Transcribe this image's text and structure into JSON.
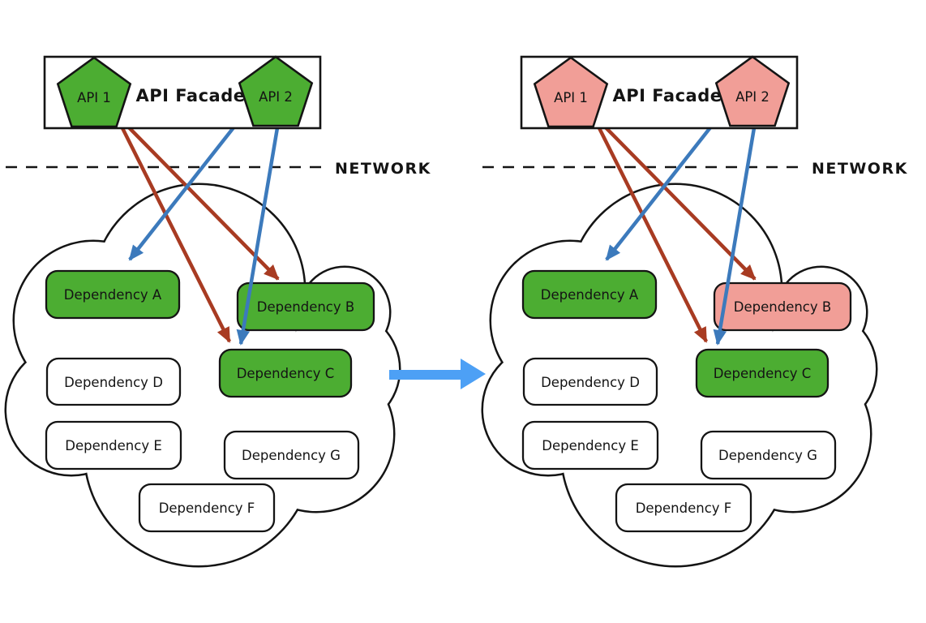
{
  "colors": {
    "ink": "#141414",
    "green": "#4cad32",
    "pink": "#f19e97",
    "white_box": "#ffffff",
    "red_arrow": "#a83b22",
    "blue_arrow": "#3c7abc",
    "transition_arrow": "#4da0f5"
  },
  "transition": {
    "icon": "right-arrow",
    "meaning": "before-to-after"
  },
  "panels": [
    {
      "name": "before",
      "facade_title": "API Facade",
      "api1_label": "API 1",
      "api2_label": "API 2",
      "api1_color": "#4cad32",
      "api2_color": "#4cad32",
      "network_label": "NETWORK",
      "dependencies": [
        {
          "label": "Dependency A",
          "fill": "#4cad32"
        },
        {
          "label": "Dependency B",
          "fill": "#4cad32"
        },
        {
          "label": "Dependency C",
          "fill": "#4cad32"
        },
        {
          "label": "Dependency D",
          "fill": "#ffffff"
        },
        {
          "label": "Dependency E",
          "fill": "#ffffff"
        },
        {
          "label": "Dependency F",
          "fill": "#ffffff"
        },
        {
          "label": "Dependency G",
          "fill": "#ffffff"
        }
      ],
      "connections": [
        {
          "from": "API 1",
          "to": "Dependency B",
          "color": "#a83b22"
        },
        {
          "from": "API 1",
          "to": "Dependency C",
          "color": "#a83b22"
        },
        {
          "from": "API 2",
          "to": "Dependency A",
          "color": "#3c7abc"
        },
        {
          "from": "API 2",
          "to": "Dependency C",
          "color": "#3c7abc"
        }
      ]
    },
    {
      "name": "after",
      "facade_title": "API Facade",
      "api1_label": "API 1",
      "api2_label": "API 2",
      "api1_color": "#f19e97",
      "api2_color": "#f19e97",
      "network_label": "NETWORK",
      "dependencies": [
        {
          "label": "Dependency A",
          "fill": "#4cad32"
        },
        {
          "label": "Dependency B",
          "fill": "#f19e97"
        },
        {
          "label": "Dependency C",
          "fill": "#4cad32"
        },
        {
          "label": "Dependency D",
          "fill": "#ffffff"
        },
        {
          "label": "Dependency E",
          "fill": "#ffffff"
        },
        {
          "label": "Dependency F",
          "fill": "#ffffff"
        },
        {
          "label": "Dependency G",
          "fill": "#ffffff"
        }
      ],
      "connections": [
        {
          "from": "API 1",
          "to": "Dependency B",
          "color": "#a83b22"
        },
        {
          "from": "API 1",
          "to": "Dependency C",
          "color": "#a83b22"
        },
        {
          "from": "API 2",
          "to": "Dependency A",
          "color": "#3c7abc"
        },
        {
          "from": "API 2",
          "to": "Dependency C",
          "color": "#3c7abc"
        }
      ]
    }
  ]
}
